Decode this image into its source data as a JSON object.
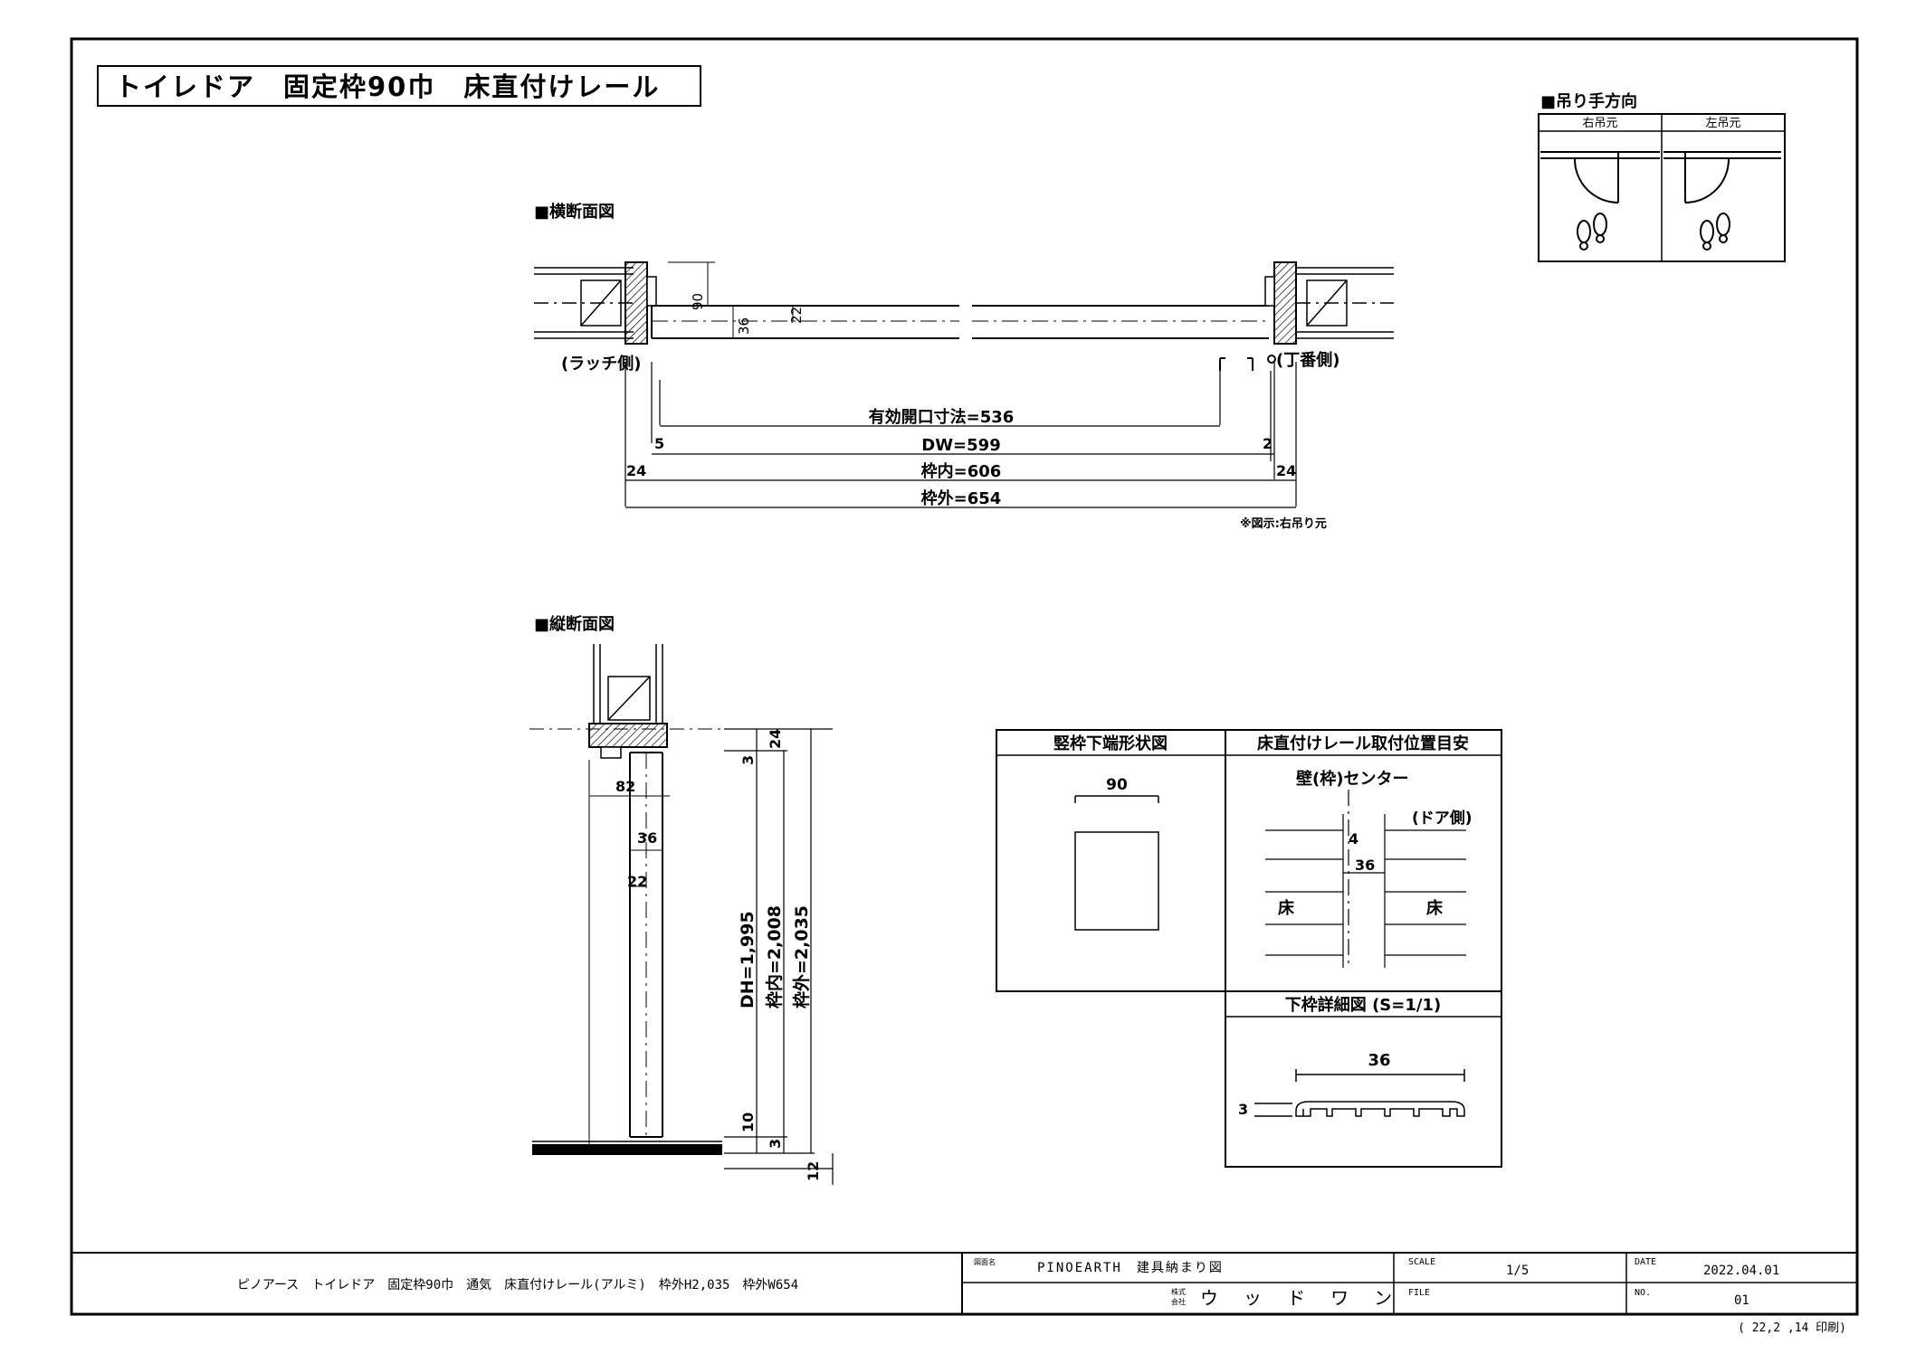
{
  "title": "トイレドア　固定枠90巾　床直付けレール",
  "hanging": {
    "heading": "■吊り手方向",
    "right": "右吊元",
    "left": "左吊元"
  },
  "plan": {
    "heading": "■横断面図",
    "latch_side": "(ラッチ側)",
    "hinge_side": "(丁番側)",
    "dim_90": "90",
    "dim_36": "36",
    "dim_22": "22",
    "effective_opening": "有効開口寸法=536",
    "dw": "DW=599",
    "frame_inner": "枠内=606",
    "frame_outer": "枠外=654",
    "d5": "5",
    "d2": "2",
    "d24_left": "24",
    "d24_right": "24",
    "note": "※図示:右吊り元"
  },
  "section": {
    "heading": "■縦断面図",
    "d24": "24",
    "d3_top": "3",
    "d82": "82",
    "d36": "36",
    "d22": "22",
    "dh": "DH=1,995",
    "frame_inner": "枠内=2,008",
    "frame_outer": "枠外=2,035",
    "d10": "10",
    "d3_bottom": "3",
    "d12": "12"
  },
  "details": {
    "jamb_title": "竪枠下端形状図",
    "jamb_dim": "90",
    "rail_title": "床直付けレール取付位置目安",
    "wall_center": "壁(枠)センター",
    "door_side": "(ドア側)",
    "d4": "4",
    "d36": "36",
    "floor_left": "床",
    "floor_right": "床",
    "sill_title": "下枠詳細図 (S=1/1)",
    "sill_36": "36",
    "sill_3": "3"
  },
  "titleblock": {
    "description": "ピノアース　トイレドア　固定枠90巾　通気　床直付けレール(アルミ)　枠外H2,035　枠外W654",
    "drawing_name_label": "図面名",
    "drawing_name": "PINOEARTH　建具納まり図",
    "company_label_1": "株式",
    "company_label_2": "会社",
    "company": "ウ ッ ド ワ ン",
    "scale_label": "SCALE",
    "scale": "1/5",
    "file_label": "FILE",
    "file": "",
    "date_label": "DATE",
    "date": "2022.04.01",
    "no_label": "NO.",
    "no": "01",
    "printed": "( 22,2 ,14 印刷)"
  }
}
